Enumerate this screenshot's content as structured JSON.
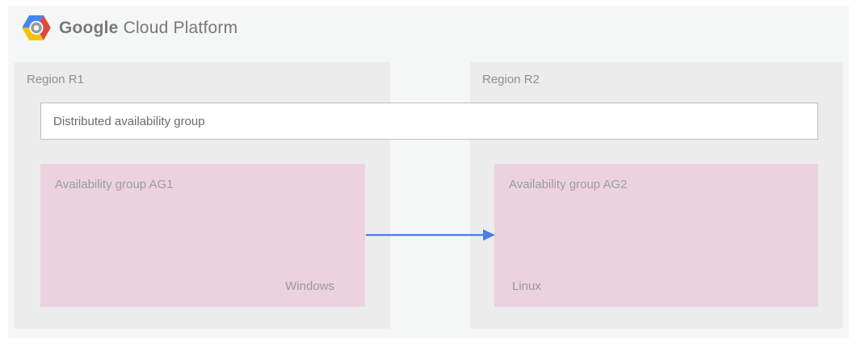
{
  "header": {
    "logo": {
      "brand_primary": "Google",
      "brand_secondary": "Cloud Platform"
    }
  },
  "diagram": {
    "regions": [
      {
        "label": "Region R1"
      },
      {
        "label": "Region R2"
      }
    ],
    "distributed_group": {
      "label": "Distributed availability group"
    },
    "availability_groups": [
      {
        "label": "Availability group AG1",
        "os": "Windows"
      },
      {
        "label": "Availability group AG2",
        "os": "Linux"
      }
    ],
    "arrow": {
      "direction": "left-to-right",
      "from": "Availability group AG1",
      "to": "Availability group AG2"
    },
    "colors": {
      "canvas_bg": "#f5f6f6",
      "region_bg": "#ececec",
      "availability_group_bg": "#ecd2de",
      "distributed_box_bg": "#ffffff",
      "distributed_box_border": "#bcbcbc",
      "arrow_blue": "#4a7de8",
      "region_label_text": "#8f8f8f",
      "group_label_text": "#9c9c9c",
      "distributed_label_text": "#6b6b6b",
      "logo_text": "#787878",
      "logo_blue": "#4285f4",
      "logo_red": "#dd4b39",
      "logo_yellow": "#f4c20d",
      "logo_gray": "#9a9a9a"
    }
  }
}
